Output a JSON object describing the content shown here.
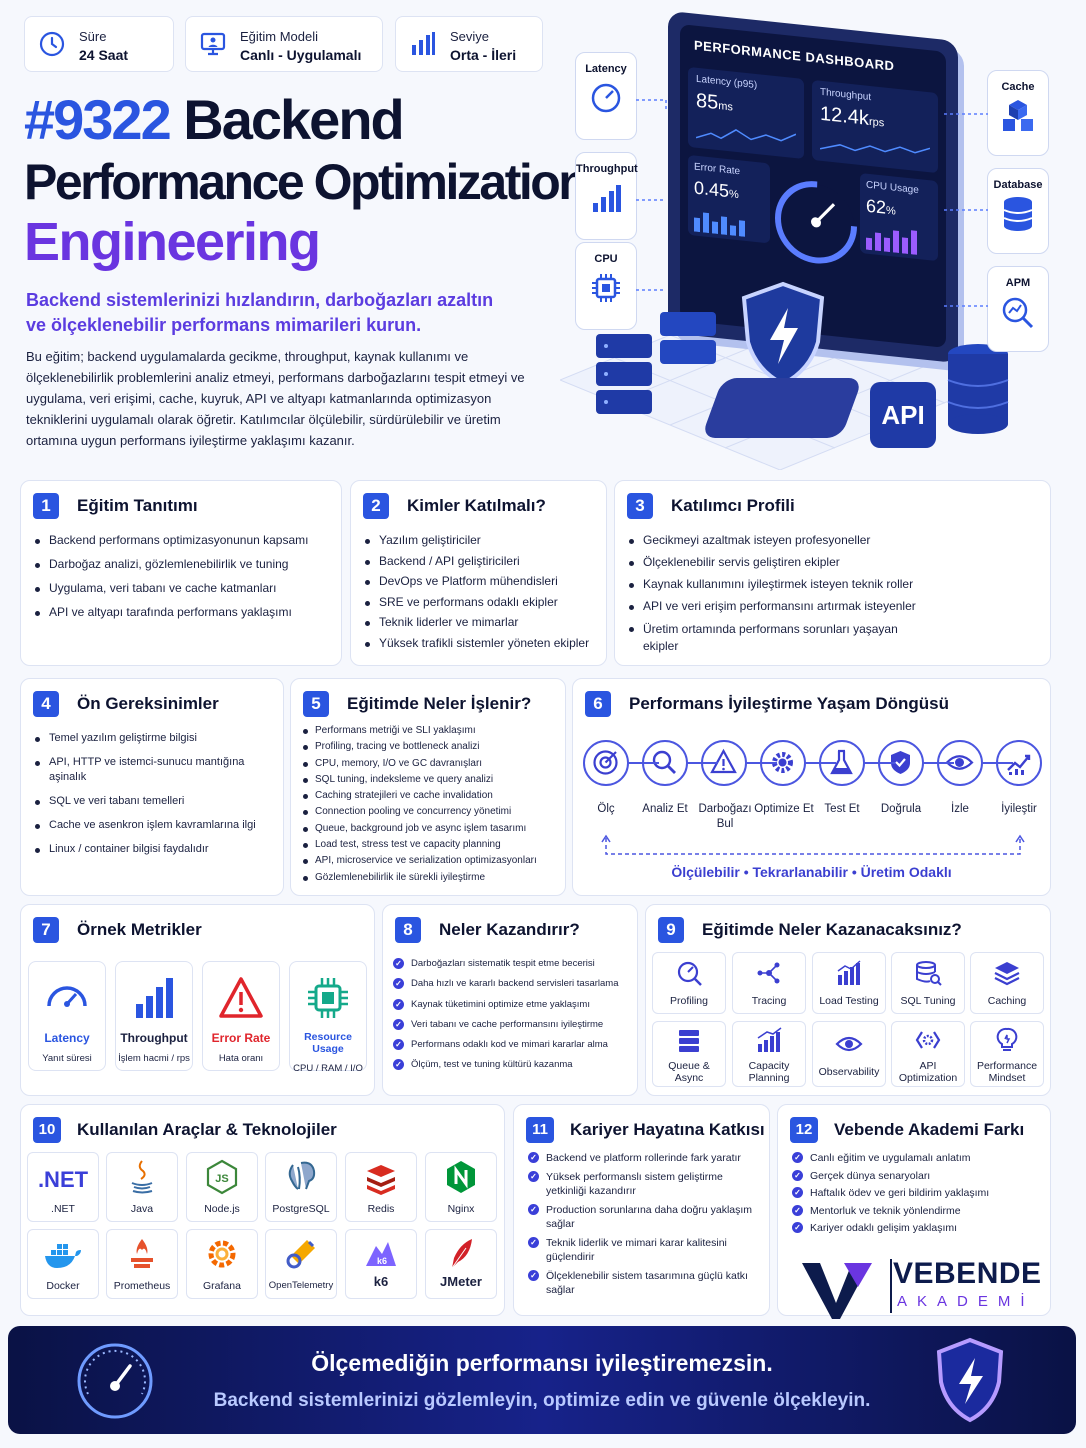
{
  "header": {
    "duration_label": "Süre",
    "duration_value": "24 Saat",
    "model_label": "Eğitim Modeli",
    "model_value": "Canlı - Uygulamalı",
    "level_label": "Seviye",
    "level_value": "Orta - İleri"
  },
  "hero": {
    "code": "#9322",
    "title_1": "Backend",
    "title_2": "Performance Optimization",
    "title_3": "Engineering",
    "subtitle_1": "Backend sistemlerinizi hızlandırın, darboğazları azaltın",
    "subtitle_2": "ve ölçeklenebilir performans mimarileri kurun.",
    "description": "Bu eğitim; backend uygulamalarda gecikme, throughput, kaynak kullanımı ve ölçeklenebilirlik problemlerini analiz etmeyi, performans darboğazlarını tespit etmeyi ve uygulama, veri erişimi, cache, kuyruk, API ve altyapı katmanlarında optimizasyon tekniklerini uygulamalı olarak öğretir. Katılımcılar ölçülebilir, sürdürülebilir ve üretim ortamına uygun performans iyileştirme yaklaşımı kazanır."
  },
  "illustration": {
    "dashboard_title": "PERFORMANCE DASHBOARD",
    "latency_label": "Latency (p95)",
    "latency_value": "85",
    "latency_unit": "ms",
    "throughput_label": "Throughput",
    "throughput_value": "12.4k",
    "throughput_unit": "rps",
    "error_label": "Error Rate",
    "error_value": "0.45",
    "error_unit": "%",
    "cpu_label": "CPU Usage",
    "cpu_value": "62",
    "cpu_unit": "%",
    "api_label": "API",
    "left_labels": [
      "Latency",
      "Throughput",
      "CPU"
    ],
    "right_labels": [
      "Cache",
      "Database",
      "APM"
    ]
  },
  "sections": {
    "s1": {
      "num": "1",
      "title": "Eğitim Tanıtımı",
      "items": [
        "Backend performans optimizasyonunun kapsamı",
        "Darboğaz analizi, gözlemlenebilirlik ve tuning",
        "Uygulama, veri tabanı ve cache katmanları",
        "API ve altyapı tarafında performans yaklaşımı"
      ]
    },
    "s2": {
      "num": "2",
      "title": "Kimler Katılmalı?",
      "items": [
        "Yazılım geliştiriciler",
        "Backend / API geliştiricileri",
        "DevOps ve Platform mühendisleri",
        "SRE ve performans odaklı ekipler",
        "Teknik liderler ve mimarlar",
        "Yüksek trafikli sistemler yöneten ekipler"
      ]
    },
    "s3": {
      "num": "3",
      "title": "Katılımcı Profili",
      "items": [
        "Gecikmeyi azaltmak isteyen profesyoneller",
        "Ölçeklenebilir servis geliştiren ekipler",
        "Kaynak kullanımını iyileştirmek isteyen teknik roller",
        "API ve veri erişim performansını artırmak isteyenler",
        "Üretim ortamında performans sorunları yaşayan ekipler"
      ]
    },
    "s4": {
      "num": "4",
      "title": "Ön Gereksinimler",
      "items": [
        "Temel yazılım geliştirme bilgisi",
        "API, HTTP ve istemci-sunucu mantığına aşinalık",
        "SQL ve veri tabanı temelleri",
        "Cache ve asenkron işlem kavramlarına ilgi",
        "Linux / container bilgisi faydalıdır"
      ]
    },
    "s5": {
      "num": "5",
      "title": "Eğitimde Neler İşlenir?",
      "items": [
        "Performans metriği ve SLI yaklaşımı",
        "Profiling, tracing ve bottleneck analizi",
        "CPU, memory, I/O ve GC davranışları",
        "SQL tuning, indeksleme ve query analizi",
        "Caching stratejileri ve cache invalidation",
        "Connection pooling ve concurrency yönetimi",
        "Queue, background job ve async işlem tasarımı",
        "Load test, stress test ve capacity planning",
        "API, microservice ve serialization optimizasyonları",
        "Gözlemlenebilirlik ile sürekli iyileştirme"
      ]
    },
    "s6": {
      "num": "6",
      "title": "Performans İyileştirme Yaşam Döngüsü",
      "steps": [
        "Ölç",
        "Analiz Et",
        "Darboğazı Bul",
        "Optimize Et",
        "Test Et",
        "Doğrula",
        "İzle",
        "İyileştir"
      ],
      "footer": "Ölçülebilir • Tekrarlanabilir • Üretim Odaklı"
    },
    "s7": {
      "num": "7",
      "title": "Örnek Metrikler",
      "metrics": [
        {
          "name": "Latency",
          "desc": "Yanıt süresi"
        },
        {
          "name": "Throughput",
          "desc": "İşlem hacmi / rps"
        },
        {
          "name": "Error Rate",
          "desc": "Hata oranı"
        },
        {
          "name": "Resource Usage",
          "desc": "CPU / RAM / I/O"
        }
      ]
    },
    "s8": {
      "num": "8",
      "title": "Neler Kazandırır?",
      "items": [
        "Darboğazları sistematik tespit etme becerisi",
        "Daha hızlı ve kararlı backend servisleri tasarlama",
        "Kaynak tüketimini optimize etme yaklaşımı",
        "Veri tabanı ve cache performansını iyileştirme",
        "Performans odaklı kod ve mimari kararlar alma",
        "Ölçüm, test ve tuning kültürü kazanma"
      ]
    },
    "s9": {
      "num": "9",
      "title": "Eğitimde Neler Kazanacaksınız?",
      "tiles": [
        "Profiling",
        "Tracing",
        "Load Testing",
        "SQL Tuning",
        "Caching",
        "Queue & Async",
        "Capacity Planning",
        "Observability",
        "API Optimization",
        "Performance Mindset"
      ]
    },
    "s10": {
      "num": "10",
      "title": "Kullanılan Araçlar & Teknolojiler",
      "tools": [
        ".NET",
        "Java",
        "Node.js",
        "PostgreSQL",
        "Redis",
        "Nginx",
        "Docker",
        "Prometheus",
        "Grafana",
        "OpenTelemetry",
        "k6",
        "JMeter"
      ]
    },
    "s11": {
      "num": "11",
      "title": "Kariyer Hayatına Katkısı",
      "items": [
        "Backend ve platform rollerinde fark yaratır",
        "Yüksek performanslı sistem geliştirme yetkinliği kazandırır",
        "Production sorunlarına daha doğru yaklaşım sağlar",
        "Teknik liderlik ve mimari karar kalitesini güçlendirir",
        "Ölçeklenebilir sistem tasarımına güçlü katkı sağlar"
      ]
    },
    "s12": {
      "num": "12",
      "title": "Vebende Akademi Farkı",
      "items": [
        "Canlı eğitim ve uygulamalı anlatım",
        "Gerçek dünya senaryoları",
        "Haftalık ödev ve geri bildirim yaklaşımı",
        "Mentorluk ve teknik yönlendirme",
        "Kariyer odaklı gelişim yaklaşımı"
      ]
    }
  },
  "brand": {
    "name": "VEBENDE",
    "sub": "AKADEMİ"
  },
  "footer": {
    "line1": "Ölçemediğin performansı iyileştiremezsin.",
    "line2": "Backend sistemlerinizi gözlemleyin, optimize edin ve güvenle ölçekleyin."
  },
  "colors": {
    "primary": "#2a55e0",
    "accent": "#6a35e0",
    "dark": "#0d1330"
  }
}
